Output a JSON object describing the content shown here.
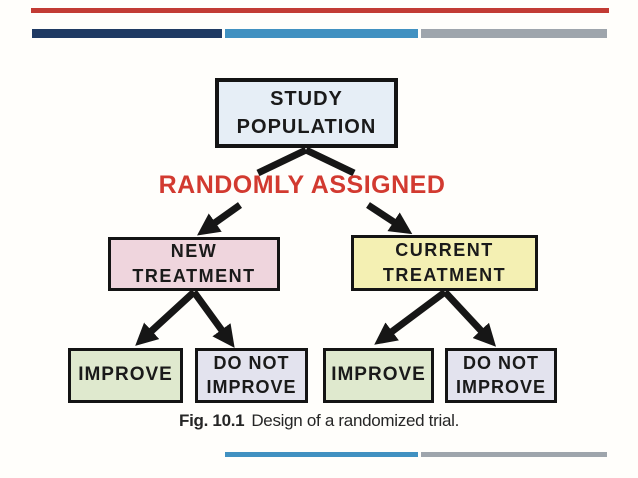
{
  "page": {
    "background": "#fffefb"
  },
  "header": {
    "accent_line_color": "#c23b34",
    "bars": [
      {
        "name": "navy-bar",
        "color": "#1f3a63"
      },
      {
        "name": "blue-bar",
        "color": "#4191c1"
      },
      {
        "name": "gray-bar",
        "color": "#9ea5ac"
      }
    ]
  },
  "footer": {
    "bars": [
      {
        "name": "blue-bar",
        "color": "#4191c1"
      },
      {
        "name": "gray-bar",
        "color": "#9ea5ac"
      }
    ]
  },
  "flowchart": {
    "arrow_color": "#161616",
    "study_population": {
      "label": "STUDY\nPOPULATION",
      "fill": "#e6eef6"
    },
    "randomly_assigned": {
      "label": "RANDOMLY ASSIGNED",
      "color": "#d23a30"
    },
    "new_treatment": {
      "label": "NEW\nTREATMENT",
      "fill": "#efd5dd"
    },
    "current_treatment": {
      "label": "CURRENT\nTREATMENT",
      "fill": "#f4f0b3"
    },
    "outcomes": [
      {
        "label": "IMPROVE",
        "fill": "#dfe9ce"
      },
      {
        "label": "DO NOT\nIMPROVE",
        "fill": "#e3e3ee"
      },
      {
        "label": "IMPROVE",
        "fill": "#dfe9ce"
      },
      {
        "label": "DO NOT\nIMPROVE",
        "fill": "#e3e3ee"
      }
    ]
  },
  "caption": {
    "prefix": "Fig. 10.1",
    "text": "Design of a randomized trial."
  }
}
